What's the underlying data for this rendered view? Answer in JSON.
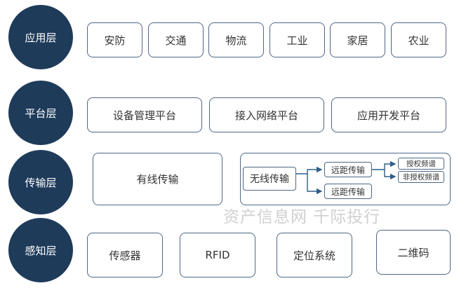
{
  "layers": [
    {
      "name": "应用层",
      "items": [
        "安防",
        "交通",
        "物流",
        "工业",
        "家居",
        "农业"
      ]
    },
    {
      "name": "平台层",
      "items": [
        "设备管理平台",
        "接入网络平台",
        "应用开发平台"
      ]
    },
    {
      "name": "传输层",
      "items": [
        "有线传输",
        "无线传输"
      ],
      "wireless_sub": [
        "远距传输",
        "远距传输"
      ],
      "licensed": [
        "授权频谱",
        "非授权频谱"
      ]
    },
    {
      "name": "感知层",
      "items": [
        "传感器",
        "RFID",
        "定位系统",
        "二维码"
      ]
    }
  ],
  "watermark": "资产信息网 千际投行",
  "colors": {
    "layer_circle": "#1f3b5a",
    "border": "#4d6785",
    "arrow": "#2f5e8a"
  }
}
